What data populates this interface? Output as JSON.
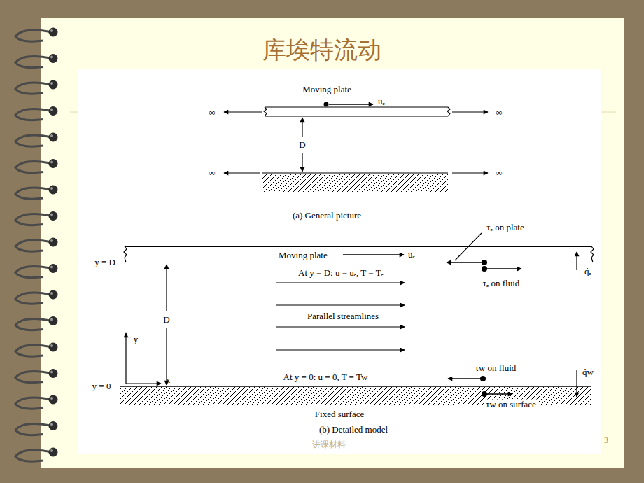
{
  "diagram": {
    "title": "库埃特流动",
    "nodes": [
      {
        "text": [
          "Moving plate",
          "uₑ"
        ]
      }
    ],
    "labels": [
      "Moving plate",
      "uₑ",
      "∞",
      "∞",
      "D",
      "∞",
      "∞",
      "(a) General picture",
      "τₑ on plate",
      "y = D",
      "At y = D: u = uₑ, T = Tₑ",
      "τₑ on fluid",
      "q̇ₑ",
      "D",
      "Parallel streamlines",
      "y",
      "x",
      "y = 0",
      "At y = 0: u = 0, T = Tw",
      "τw on fluid",
      "q̇w",
      "Fixed surface",
      "τw on surface",
      "(b) Detailed model",
      "讲课材料",
      "3"
    ]
  }
}
